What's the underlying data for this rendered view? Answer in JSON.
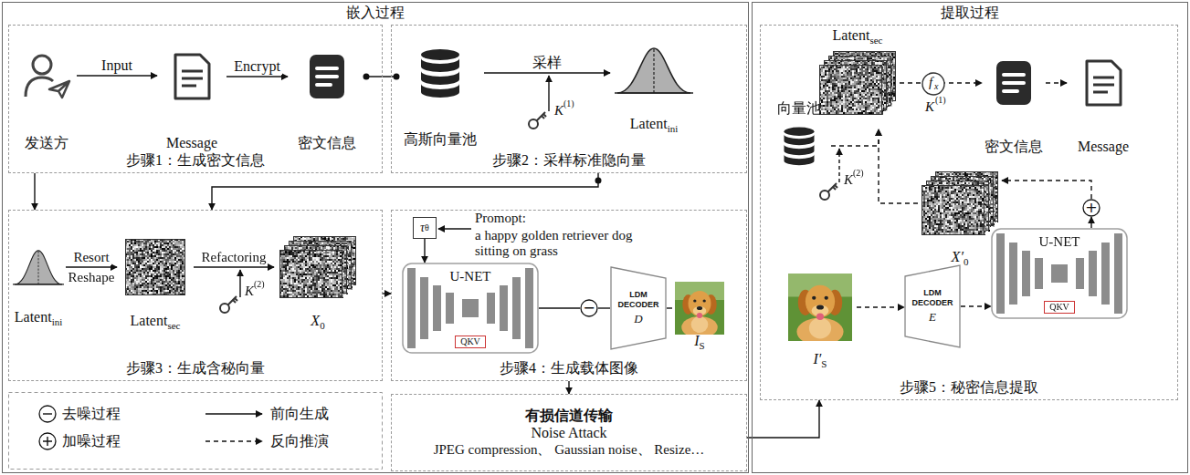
{
  "diagram": {
    "nodes": [
      {
        "text": [
          "嵌入过程"
        ]
      },
      {
        "text": [
          "步骤1：生成密文信息"
        ],
        "in": 0
      },
      {
        "text": [
          "发送方"
        ],
        "in": 1
      },
      {
        "text": [
          "Message"
        ],
        "in": 1
      },
      {
        "text": [
          "密文信息"
        ],
        "in": 1
      },
      {
        "text": [
          "步骤2：采样标准隐向量"
        ],
        "in": 0
      },
      {
        "text": [
          "高斯向量池"
        ],
        "in": 5
      },
      {
        "text": [
          "Latent",
          "ini"
        ],
        "in": 5
      },
      {
        "text": [
          "步骤3：生成含秘向量"
        ],
        "in": 0
      },
      {
        "text": [
          "Latent",
          "ini"
        ],
        "in": 8
      },
      {
        "text": [
          "Latent",
          "sec"
        ],
        "in": 8
      },
      {
        "text": [
          "X",
          "0"
        ],
        "in": 8
      },
      {
        "text": [
          "步骤4：生成载体图像"
        ],
        "in": 0
      },
      {
        "text": [
          "τ",
          "θ"
        ],
        "in": 12
      },
      {
        "text": [
          "U-NET",
          "QKV"
        ],
        "in": 12
      },
      {
        "text": [
          "−"
        ],
        "in": 12
      },
      {
        "text": [
          "LDM DECODER",
          "D"
        ],
        "in": 12
      },
      {
        "text": [
          "I",
          "S"
        ],
        "in": 12
      },
      {
        "text": [
          "有损信道传输",
          "Noise Attack",
          "JPEG compression、 Gaussian noise、 Resize…"
        ],
        "in": 0
      },
      {
        "text": [
          "提取过程"
        ]
      },
      {
        "text": [
          "步骤5：秘密信息提取"
        ],
        "in": 19
      },
      {
        "text": [
          "Latent",
          "sec"
        ],
        "in": 20
      },
      {
        "text": [
          "密文信息"
        ],
        "in": 20
      },
      {
        "text": [
          "Message"
        ],
        "in": 20
      },
      {
        "text": [
          "向量池"
        ],
        "in": 20
      },
      {
        "text": [
          "X′",
          "0"
        ],
        "in": 20
      },
      {
        "text": [
          "+"
        ],
        "in": 20
      },
      {
        "text": [
          "U-NET",
          "QKV"
        ],
        "in": 20
      },
      {
        "text": [
          "LDM DECODER",
          "E"
        ],
        "in": 20
      },
      {
        "text": [
          "I′",
          "S"
        ],
        "in": 20
      }
    ],
    "edges": [
      {
        "from": 2,
        "to": 3,
        "label": "Input",
        "arrow": "to"
      },
      {
        "from": 3,
        "to": 4,
        "label": "Encrypt",
        "arrow": "to"
      },
      {
        "from": 4,
        "to": 6,
        "arrow": "none"
      },
      {
        "from": 6,
        "to": 7,
        "label": "采样",
        "arrow": "to"
      },
      {
        "from": 1,
        "to": 8,
        "arrow": "to"
      },
      {
        "from": 5,
        "to": 8,
        "arrow": "to"
      },
      {
        "from": 9,
        "to": 10,
        "label": "Resort",
        "arrow": "to"
      },
      {
        "from": 10,
        "to": 11,
        "label": "Refactoring",
        "arrow": "to"
      },
      {
        "from": 8,
        "to": 12,
        "arrow": "to"
      },
      {
        "from": 13,
        "to": 14,
        "arrow": "to"
      },
      {
        "from": 14,
        "to": 15,
        "arrow": "none"
      },
      {
        "from": 15,
        "to": 16,
        "arrow": "none"
      },
      {
        "from": 16,
        "to": 17,
        "arrow": "none"
      },
      {
        "from": 12,
        "to": 18,
        "arrow": "to"
      },
      {
        "from": 18,
        "to": 20,
        "arrow": "to"
      },
      {
        "from": 29,
        "to": 28,
        "arrow": "to"
      },
      {
        "from": 28,
        "to": 27,
        "arrow": "to"
      },
      {
        "from": 27,
        "to": 26,
        "arrow": "to"
      },
      {
        "from": 26,
        "to": 25,
        "arrow": "to"
      },
      {
        "from": 25,
        "to": 21,
        "arrow": "to"
      },
      {
        "from": 24,
        "to": 21,
        "arrow": "to"
      },
      {
        "from": 21,
        "to": 22,
        "arrow": "to"
      },
      {
        "from": 22,
        "to": 23,
        "arrow": "to"
      }
    ],
    "labels": [
      "Reshape",
      "K",
      "(1)",
      "K",
      "(2)",
      "Promopt:",
      "a happy golden retriever dog sitting on grass",
      "f",
      "x",
      "K",
      "(1)",
      "K",
      "(2)"
    ],
    "legend": [
      {
        "text": "去噪过程"
      },
      {
        "text": "前向生成"
      },
      {
        "text": "加噪过程"
      },
      {
        "text": "反向推演"
      }
    ]
  }
}
